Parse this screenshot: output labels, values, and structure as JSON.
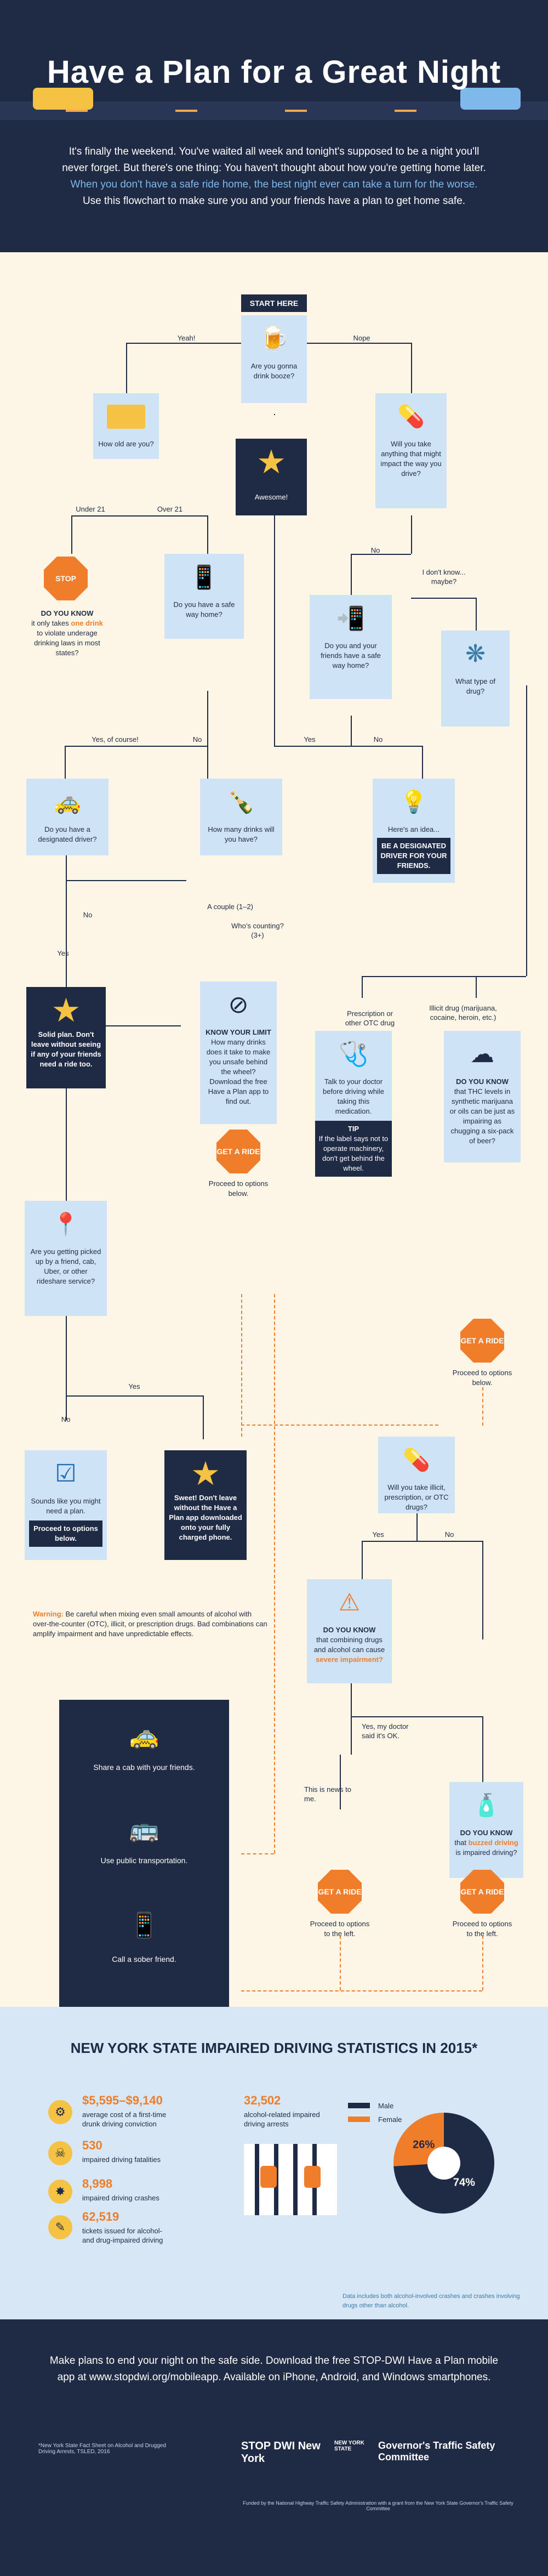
{
  "header": {
    "title": "Have a Plan for a Great Night",
    "intro_1": "It's finally the weekend. You've waited all week and tonight's supposed to be a night you'll",
    "intro_2": "never forget. But there's one thing: You haven't thought about how you're getting home later.",
    "intro_3": "When you don't have a safe ride home, the best night ever can take a turn for the worse.",
    "intro_4": "Use this flowchart to make sure you and your friends have a plan to get home safe."
  },
  "flow": {
    "start": "START HERE",
    "q_booze": "Are you gonna drink booze?",
    "yeah": "Yeah!",
    "nope": "Nope",
    "q_age": "How old are you?",
    "under21": "Under 21",
    "over21": "Over 21",
    "awesome": "Awesome!",
    "q_impact": "Will you take anything that might impact the way you drive?",
    "no_1": "No",
    "idk": "I don't know... maybe?",
    "stop_label": "STOP",
    "dyk1_head": "DO YOU KNOW",
    "dyk1_pre": "it only takes",
    "dyk1_hl": "one drink",
    "dyk1_post": "to violate underage drinking laws in most states?",
    "q_safe": "Do you have a safe way home?",
    "q_friends_safe": "Do you and your friends have a safe way home?",
    "q_type": "What type of drug?",
    "yes_course": "Yes, of course!",
    "no_2": "No",
    "yes_1": "Yes",
    "no_3": "No",
    "q_designated": "Do you have a designated driver?",
    "q_howmany": "How many drinks will you have?",
    "idea": "Here's an idea...",
    "be_dd": "BE A DESIGNATED DRIVER FOR YOUR FRIENDS.",
    "couple": "A couple (1–2)",
    "whos": "Who's counting? (3+)",
    "no_4": "No",
    "yes_2": "Yes",
    "prescription": "Prescription or other OTC drug",
    "illicit": "Illicit drug (marijuana, cocaine, heroin, etc.)",
    "solid": "Solid plan. Don't leave without seeing if any of your friends need a ride too.",
    "know_head": "KNOW YOUR LIMIT",
    "know_body": "How many drinks does it take to make you unsafe behind the wheel? Download the free Have a Plan app to find out.",
    "talk_doc": "Talk to your doctor before driving while taking this medication.",
    "tip_head": "TIP",
    "tip_body": "If the label says not to operate machinery, don't get behind the wheel.",
    "dyk2_head": "DO YOU KNOW",
    "dyk2_body": "that THC levels in synthetic marijuana or oils can be just as impairing as chugging a six-pack of beer?",
    "get_ride": "GET A RIDE",
    "proceed": "Proceed to options below.",
    "q_pickup": "Are you getting picked up by a friend, cab, Uber, or other rideshare service?",
    "no_5": "No",
    "yes_3": "Yes",
    "q_illicit": "Will you take illicit, prescription, or OTC drugs?",
    "sounds": "Sounds like you might need a plan.",
    "proceed_opts": "Proceed to options below.",
    "sweet": "Sweet! Don't leave without the Have a Plan app downloaded onto your fully charged phone.",
    "yes_4": "Yes",
    "no_6": "No",
    "warning_head": "Warning:",
    "warning_body": "Be careful when mixing even small amounts of alcohol with over-the-counter (OTC), illicit, or prescription drugs. Bad combinations can amplify impairment and have unpredictable effects.",
    "dyk3_head": "DO YOU KNOW",
    "dyk3_pre": "that combining drugs and alcohol can cause",
    "dyk3_hl": "severe impairment?",
    "doc_ok": "Yes, my doctor said it's OK.",
    "news": "This is news to me.",
    "dyk4_head": "DO YOU KNOW",
    "dyk4_pre": "that",
    "dyk4_hl": "buzzed driving",
    "dyk4_post": "is impaired driving?",
    "proceed_left": "Proceed to options to the left."
  },
  "options": {
    "cab": "Share a cab with your friends.",
    "transit": "Use public transportation.",
    "sober": "Call a sober friend."
  },
  "stats": {
    "title": "NEW YORK STATE IMPAIRED DRIVING STATISTICS IN 2015*",
    "s1_num": "$5,595–$9,140",
    "s1_txt": "average cost of a first-time drunk driving conviction",
    "s2_num": "530",
    "s2_txt": "impaired driving fatalities",
    "s3_num": "8,998",
    "s3_txt": "impaired driving crashes",
    "s4_num": "62,519",
    "s4_txt": "tickets issued for alcohol- and drug-impaired driving",
    "s5_num": "32,502",
    "s5_txt": "alcohol-related impaired driving arrests",
    "legend_male": "Male",
    "legend_female": "Female",
    "pct_female": "26%",
    "pct_male": "74%",
    "data_note": "Data includes both alcohol-involved crashes and crashes involving drugs other than alcohol.",
    "color_male": "#1f2a44",
    "color_female": "#f07d2a"
  },
  "chart_data": {
    "type": "pie",
    "categories": [
      "Male",
      "Female"
    ],
    "values": [
      74,
      26
    ],
    "title": "",
    "colors": [
      "#1f2a44",
      "#f07d2a"
    ]
  },
  "footer": {
    "line1": "Make plans to end your night on the safe side. Download the free STOP-DWI Have a Plan mobile",
    "line2": "app at www.stopdwi.org/mobileapp. Available on iPhone, Android, and Windows smartphones.",
    "source": "*New York State Fact Sheet on Alcohol and Drugged Driving Arrests, TSLED, 2016",
    "logo1": "STOP DWI New York",
    "logo2_a": "NEW YORK STATE",
    "logo2_b": "Governor's Traffic Safety Committee",
    "funded": "Funded by the National Highway Traffic Safety Administration with a grant from the New York State Governor's Traffic Safety Committee"
  }
}
